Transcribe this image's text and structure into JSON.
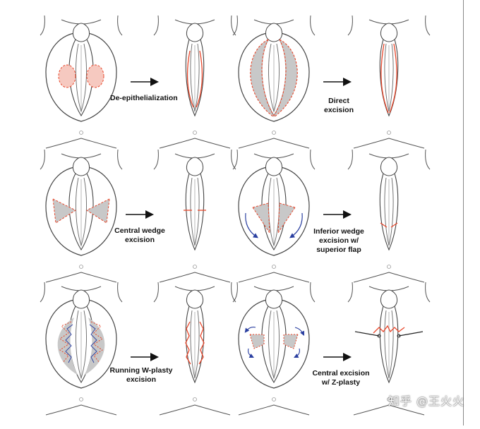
{
  "panels": [
    {
      "id": "de-epithelialization",
      "lines": [
        "De-epithelialization"
      ]
    },
    {
      "id": "direct-excision",
      "lines": [
        "Direct",
        "excision"
      ]
    },
    {
      "id": "central-wedge",
      "lines": [
        "Central wedge",
        "excision"
      ]
    },
    {
      "id": "inferior-wedge",
      "lines": [
        "Inferior wedge",
        "excision w/",
        "superior flap"
      ]
    },
    {
      "id": "running-w-plasty",
      "lines": [
        "Running W-plasty",
        "excision"
      ]
    },
    {
      "id": "central-z-plasty",
      "lines": [
        "Central excision",
        "w/ Z-plasty"
      ]
    }
  ],
  "watermark": "知乎 @王火火",
  "colors": {
    "incision": "#e8472b",
    "shade": "#c8c8c8",
    "pink": "#f6c9c0",
    "rotation": "#2a3fa0",
    "outline": "#444444"
  }
}
